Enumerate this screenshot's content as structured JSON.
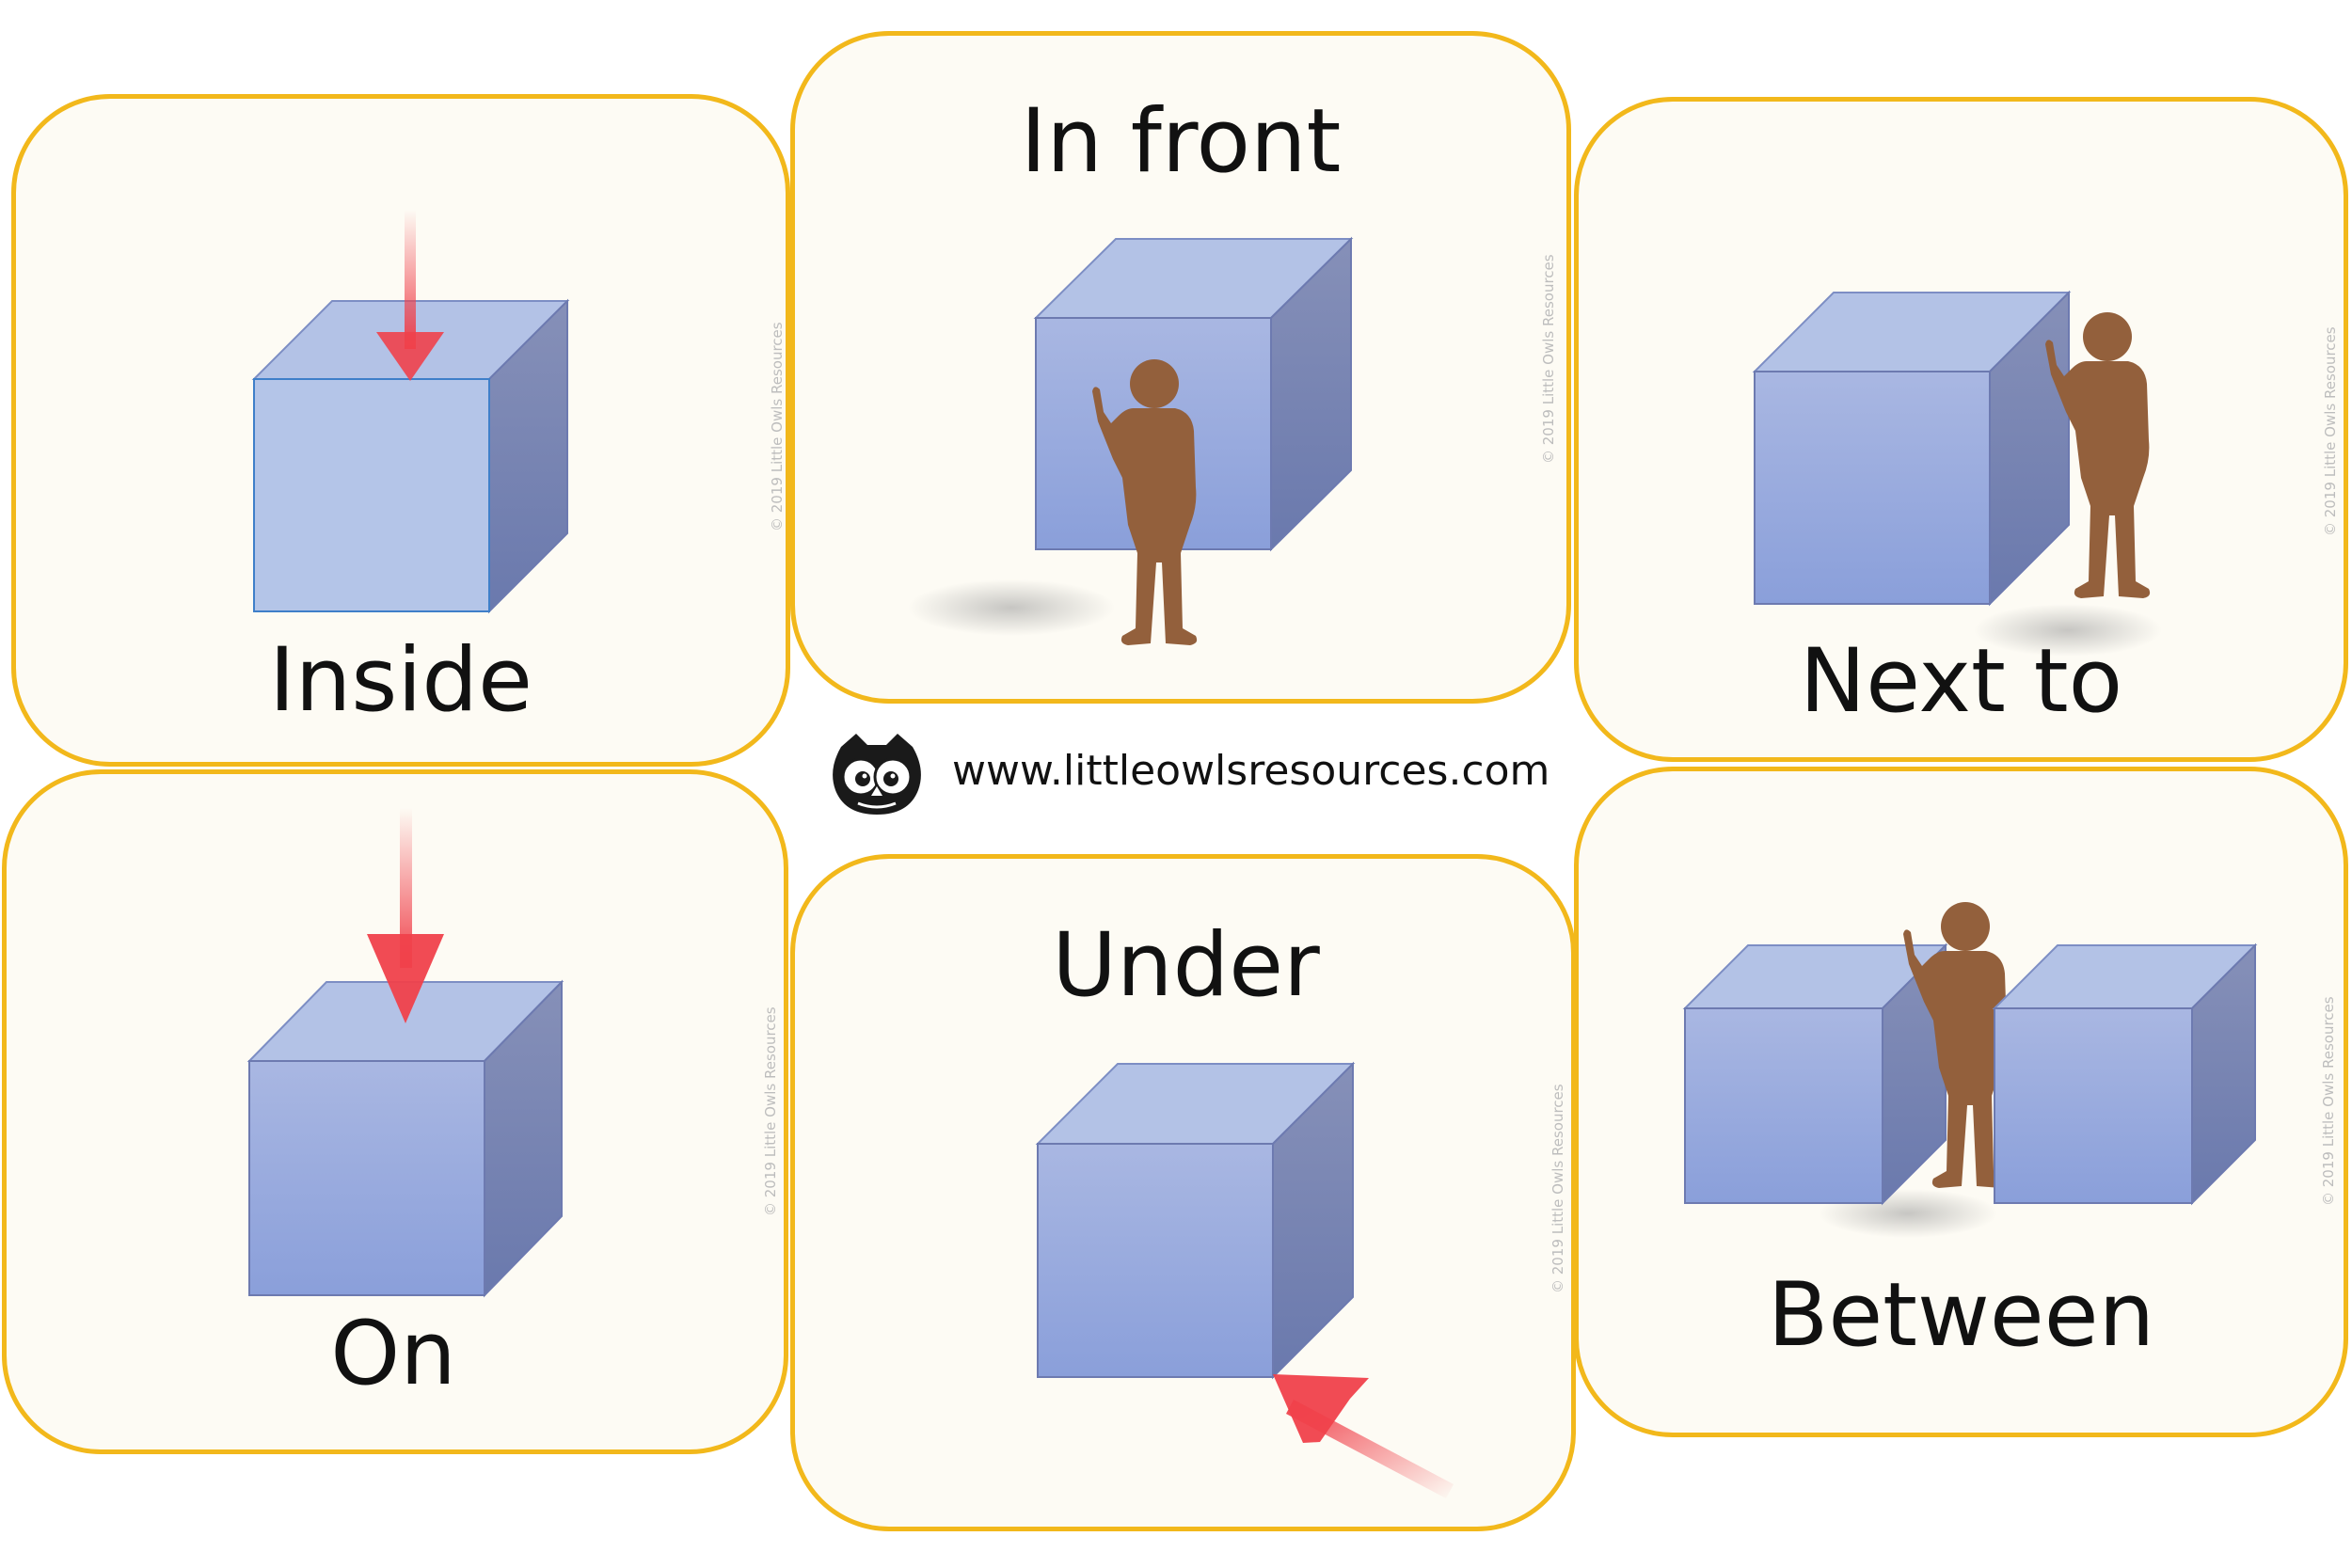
{
  "cards": {
    "inside": {
      "label": "Inside"
    },
    "in_front": {
      "label": "In front"
    },
    "next_to": {
      "label": "Next to"
    },
    "on": {
      "label": "On"
    },
    "under": {
      "label": "Under"
    },
    "between": {
      "label": "Between"
    }
  },
  "copyright": "© 2019 Little Owls Resources",
  "brand": {
    "url": "www.littleowlsresources.com",
    "logo_icon": "owl-icon"
  },
  "colors": {
    "card_border": "#f2b81b",
    "card_fill": "#fdfbf4",
    "cube_front": "#93a6dc",
    "cube_top": "#b4c3e6",
    "cube_side": "#7887b6",
    "figure": "#93603c",
    "arrow": "#f0414b"
  }
}
